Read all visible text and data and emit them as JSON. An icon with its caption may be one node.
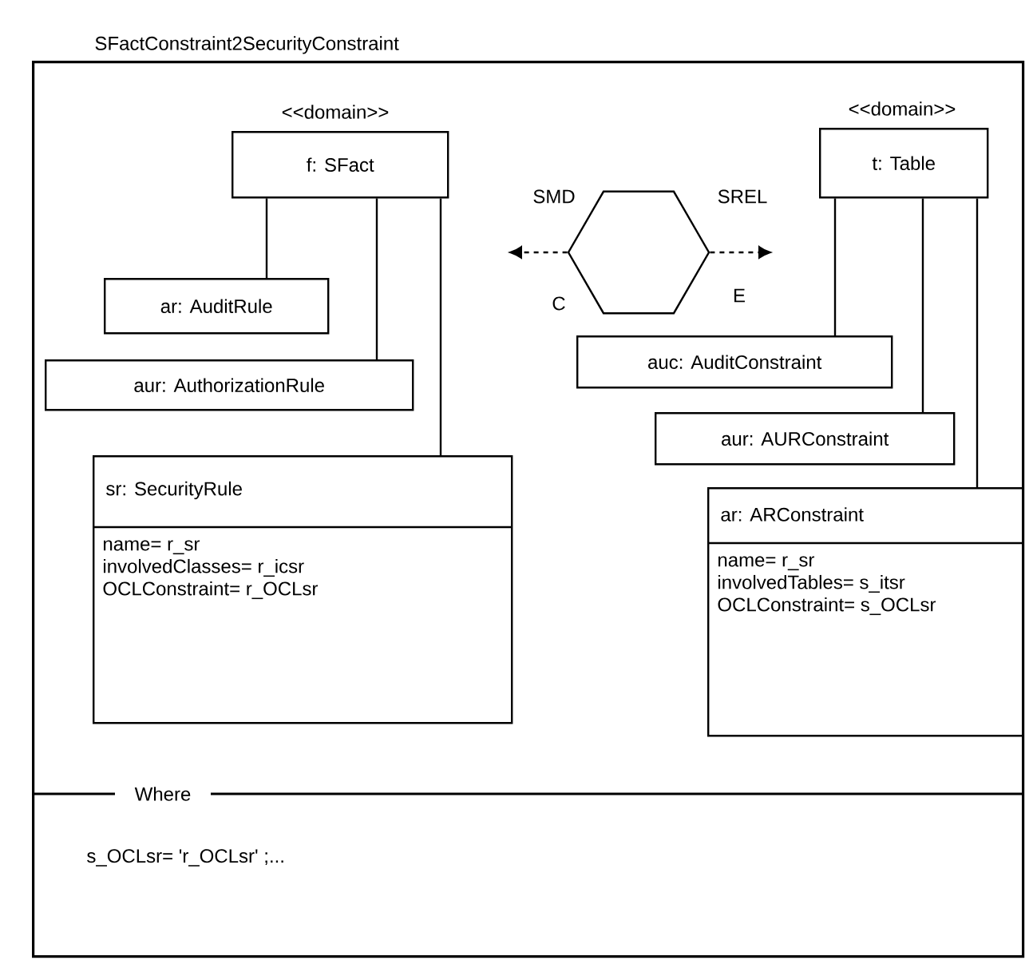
{
  "diagram": {
    "nodes": [
      {
        "text": [
          "SFactConstraint2SecurityConstraint"
        ]
      },
      {
        "text": [
          "f: SFact"
        ],
        "beside": [
          "<<domain>>"
        ],
        "in": 0
      },
      {
        "text": [
          "ar: AuditRule"
        ],
        "in": 0
      },
      {
        "text": [
          "aur: AuthorizationRule"
        ],
        "in": 0
      },
      {
        "text": [
          "sr: SecurityRule",
          "name= r_sr",
          "involvedClasses= r_icsr",
          "OCLConstraint= r_OCLsr"
        ],
        "in": 0
      },
      {
        "text": [],
        "shape": "hexagon",
        "beside": [
          "SMD",
          "C",
          "SREL",
          "E"
        ],
        "in": 0
      },
      {
        "text": [
          "t: Table"
        ],
        "beside": [
          "<<domain>>"
        ],
        "in": 0
      },
      {
        "text": [
          "auc: AuditConstraint"
        ],
        "in": 0
      },
      {
        "text": [
          "aur: AURConstraint"
        ],
        "in": 0
      },
      {
        "text": [
          "ar: ARConstraint",
          "name= r_sr",
          "involvedTables= s_itsr",
          "OCLConstraint= s_OCLsr"
        ],
        "in": 0
      }
    ],
    "edges": [
      {
        "from": 1,
        "to": 2,
        "arrow": "none"
      },
      {
        "from": 1,
        "to": 3,
        "arrow": "none"
      },
      {
        "from": 1,
        "to": 4,
        "arrow": "none"
      },
      {
        "from": 5,
        "to": null,
        "arrow": "to",
        "style": "dashed"
      },
      {
        "from": 5,
        "to": null,
        "arrow": "to",
        "style": "dashed"
      },
      {
        "from": 6,
        "to": 7,
        "arrow": "none"
      },
      {
        "from": 6,
        "to": 8,
        "arrow": "none"
      },
      {
        "from": 6,
        "to": 9,
        "arrow": "none"
      }
    ],
    "labels": [
      "Where",
      "s_OCLsr= 'r_OCLsr' ;..."
    ]
  }
}
